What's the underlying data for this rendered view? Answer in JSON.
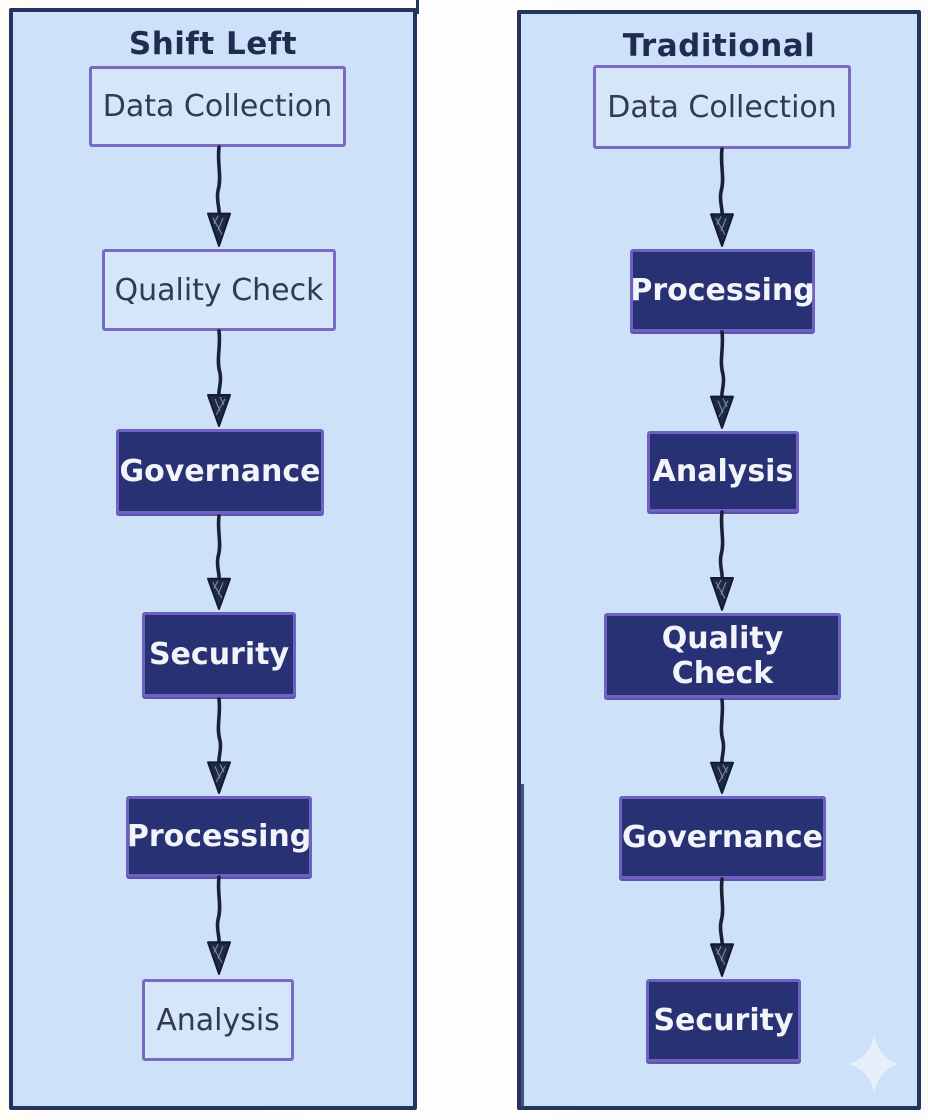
{
  "diagram": {
    "type": "flowchart-comparison",
    "panels": [
      {
        "title": "Shift Left",
        "nodes": [
          {
            "label": "Data Collection",
            "emphasis": "light"
          },
          {
            "label": "Quality Check",
            "emphasis": "light"
          },
          {
            "label": "Governance",
            "emphasis": "dark"
          },
          {
            "label": "Security",
            "emphasis": "dark"
          },
          {
            "label": "Processing",
            "emphasis": "dark"
          },
          {
            "label": "Analysis",
            "emphasis": "light"
          }
        ]
      },
      {
        "title": "Traditional",
        "nodes": [
          {
            "label": "Data Collection",
            "emphasis": "light"
          },
          {
            "label": "Processing",
            "emphasis": "dark"
          },
          {
            "label": "Analysis",
            "emphasis": "dark"
          },
          {
            "label": "Quality Check",
            "emphasis": "dark"
          },
          {
            "label": "Governance",
            "emphasis": "dark"
          },
          {
            "label": "Security",
            "emphasis": "dark"
          }
        ]
      }
    ],
    "connector": "down-arrow",
    "colors": {
      "panel_background": "#cde1f8",
      "panel_border": "#26335f",
      "light_node_fill": "#d6e6fa",
      "light_node_border": "#7a6ac4",
      "light_node_text": "#303a50",
      "dark_node_fill": "#283173",
      "dark_node_border": "#6f61c2",
      "dark_node_text": "#f2f4f9",
      "title_text": "#1f2c50",
      "arrow": "#1a2137",
      "sparkle": "#e7f0fb"
    },
    "decorations": {
      "sparkle_icon": "four-point-star"
    }
  }
}
